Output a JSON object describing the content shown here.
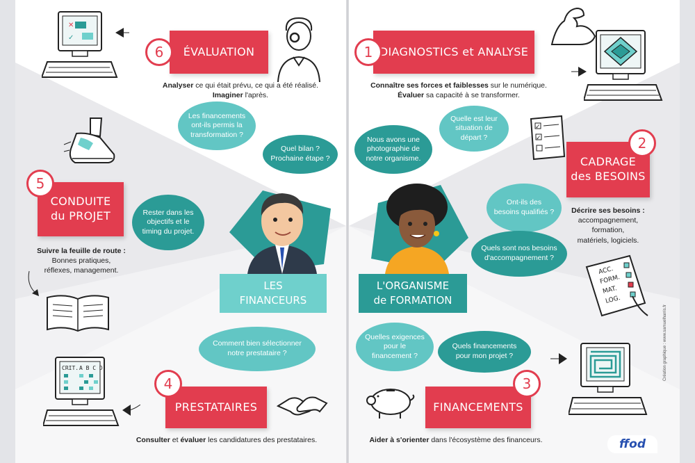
{
  "steps": {
    "s1": {
      "num": "1",
      "title": "DIAGNOSTICS et ANALYSE",
      "desc_bold1": "Connaître ses forces et faiblesses",
      "desc_1": " sur le numérique.",
      "desc_bold2": "Évaluer",
      "desc_2": " sa capacité à se transformer."
    },
    "s2": {
      "num": "2",
      "title_l1": "CADRAGE",
      "title_l2": "des BESOINS",
      "desc_bold": "Décrire ses besoins :",
      "desc_l1": "accompagnement,",
      "desc_l2": "formation,",
      "desc_l3": "matériels, logiciels."
    },
    "s3": {
      "num": "3",
      "title": "FINANCEMENTS",
      "desc_bold": "Aider à s'orienter",
      "desc_rest": " dans l'écosystème des financeurs."
    },
    "s4": {
      "num": "4",
      "title": "PRESTATAIRES",
      "desc_bold1": "Consulter",
      "desc_mid": " et ",
      "desc_bold2": "évaluer",
      "desc_rest": " les candidatures des prestataires."
    },
    "s5": {
      "num": "5",
      "title_l1": "CONDUITE",
      "title_l2": "du PROJET",
      "desc_bold": "Suivre la feuille de route :",
      "desc_l1": "Bonnes pratiques,",
      "desc_l2": "réflexes, management."
    },
    "s6": {
      "num": "6",
      "title": "ÉVALUATION",
      "desc_bold1": "Analyser",
      "desc_1": " ce qui était prévu, ce qui a été réalisé.",
      "desc_bold2": "Imaginer",
      "desc_2": " l'après."
    }
  },
  "bubbles": {
    "q1": "Les financements ont-ils permis la transformation ?",
    "q2": "Quel bilan ? Prochaine étape ?",
    "q3": "Rester dans les objectifs et le timing du projet.",
    "q4": "Comment bien sélectionner notre prestataire ?",
    "q5": "Nous avons une photographie de notre organisme.",
    "q6": "Quelle est leur situation de départ ?",
    "q7": "Ont-ils des besoins qualifiés ?",
    "q8": "Quels sont nos besoins d'accompagnement ?",
    "q9": "Quelles exigences pour le financement ?",
    "q10": "Quels financements pour mon projet ?"
  },
  "actors": {
    "left_l1": "LES",
    "left_l2": "FINANCEURS",
    "right_l1": "L'ORGANISME",
    "right_l2": "de FORMATION"
  },
  "checklist": {
    "l1": "ACC.",
    "l2": "FORM.",
    "l3": "MAT.",
    "l4": "LOG."
  },
  "crit": {
    "label": "CRIT.",
    "letters": "A B C D"
  },
  "credit": "Création graphique : www.samuelharris.fr",
  "logo": "ffod",
  "colors": {
    "red": "#e23d4f",
    "teal_light": "#62c6c4",
    "teal_dark": "#2b9b96",
    "teal_box": "#6fd0cc"
  }
}
